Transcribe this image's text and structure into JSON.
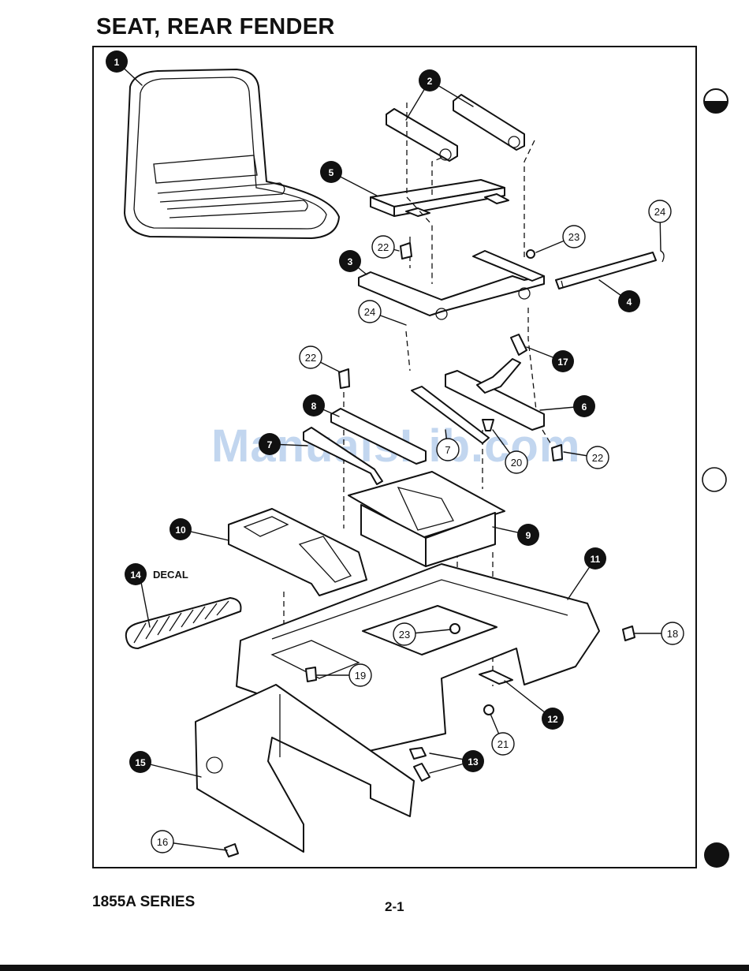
{
  "page": {
    "title": "SEAT, REAR FENDER",
    "footer_series": "1855A SERIES",
    "page_number": "2-1",
    "watermark": "ManualsLib.com"
  },
  "diagram": {
    "decal_label": "DECAL",
    "callouts_filled": [
      "1",
      "2",
      "3",
      "4",
      "5",
      "6",
      "7",
      "8",
      "9",
      "10",
      "11",
      "12",
      "13",
      "14",
      "15",
      "17"
    ],
    "callouts_open": [
      "7",
      "16",
      "18",
      "19",
      "20",
      "21",
      "22",
      "22",
      "22",
      "23",
      "23",
      "24",
      "24"
    ]
  }
}
